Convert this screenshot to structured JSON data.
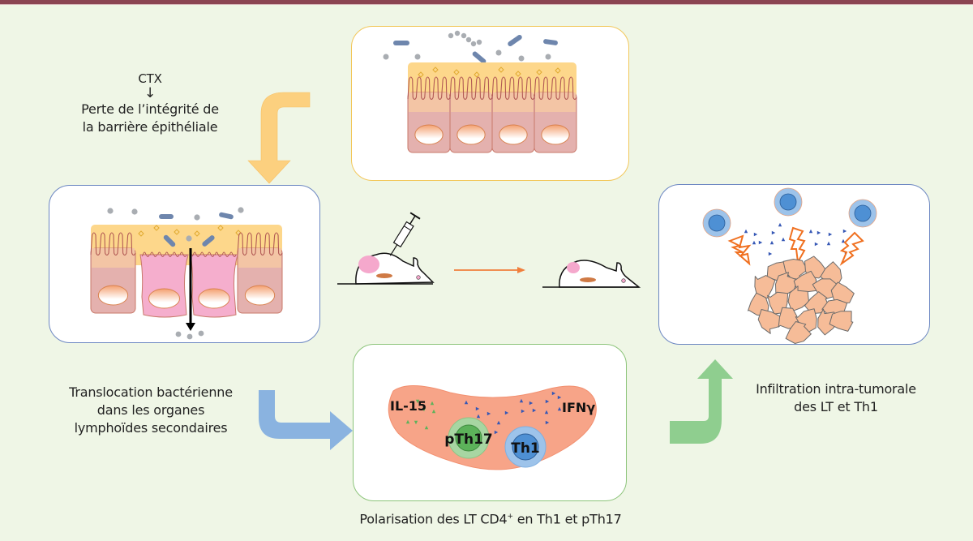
{
  "figure": {
    "top_bar_color": "#8b4552",
    "background_color": "#eff6e6"
  },
  "captions": {
    "ctx_label": "CTX",
    "ctx_arrow": "↓",
    "epithelial_loss_line1": "Perte de l’intégrité de",
    "epithelial_loss_line2": "la barrière épithéliale",
    "translocation_line1": "Translocation bactérienne",
    "translocation_line2": "dans les organes",
    "translocation_line3": "lymphoïdes secondaires",
    "infiltration_line1": "Infiltration intra-tumorale",
    "infiltration_line2": "des LT et Th1",
    "polarisation_prefix": "Polarisation des LT CD4",
    "polarisation_sup": "+",
    "polarisation_suffix": " en Th1 et pTh17"
  },
  "panels": {
    "intact_barrier": {
      "border_color": "#f2c75a"
    },
    "damaged_barrier": {
      "border_color": "#6b86c2"
    },
    "tumor": {
      "border_color": "#6b86c2"
    },
    "lymphoid": {
      "border_color": "#8cc47a",
      "labels": {
        "il15": "IL-15",
        "ifng": "IFNγ",
        "pth17": "pTh17",
        "th1": "Th1"
      }
    }
  },
  "arrows": {
    "ctx_arrow_color": "#fcd07f",
    "translocation_arrow_color": "#8ab3e0",
    "infiltration_arrow_color": "#8fce8f",
    "mouse_transfer_arrow_color": "#f07f3c"
  },
  "colors": {
    "mucus": "#fdd78b",
    "cell_body": "#e4b1ae",
    "cell_apical": "#f3c5a5",
    "damaged_cell": "#f5aecd",
    "tumor_cell": "#f6bc98",
    "lymphoid_organ": "#f7a488",
    "th1_outer": "#9dc3ea",
    "th1_inner": "#4e90d4",
    "pth17_outer": "#a7d6a2",
    "pth17_inner": "#5cb25a",
    "bacteria_rod": "#6e86ad",
    "bacteria_cocci": "#a9adb2",
    "lightning": "#f07020"
  }
}
